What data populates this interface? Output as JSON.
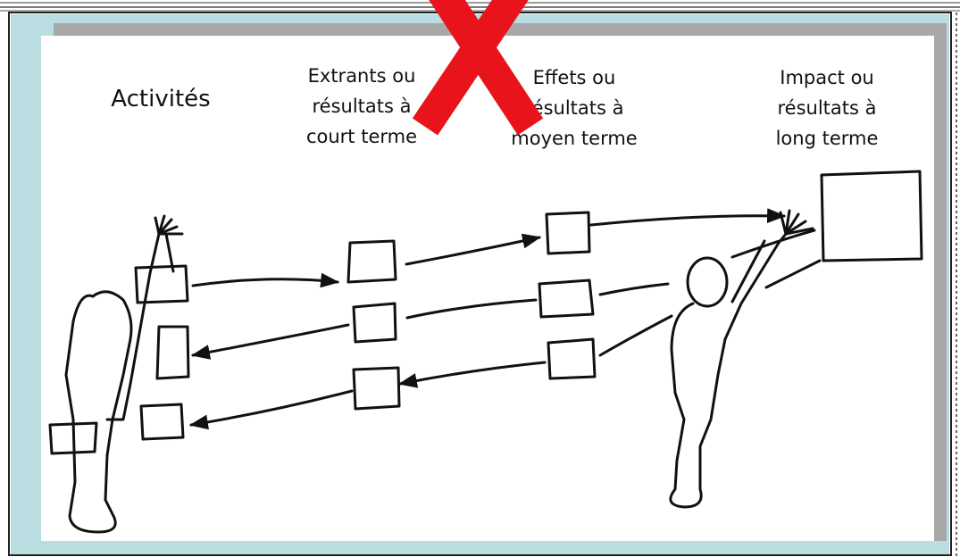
{
  "columns": {
    "activities": "Activités",
    "outputs": "Extrants ou\nrésultats à\ncourt terme",
    "effects": "Effets ou\nrésultats à\nmoyen terme",
    "impact": "Impact ou\nrésultats à\nlong terme"
  },
  "colors": {
    "frame_background": "#b9dde0",
    "panel_shadow": "#a8a8a8",
    "ink": "#111111",
    "cross_mark": "#e8131b"
  }
}
